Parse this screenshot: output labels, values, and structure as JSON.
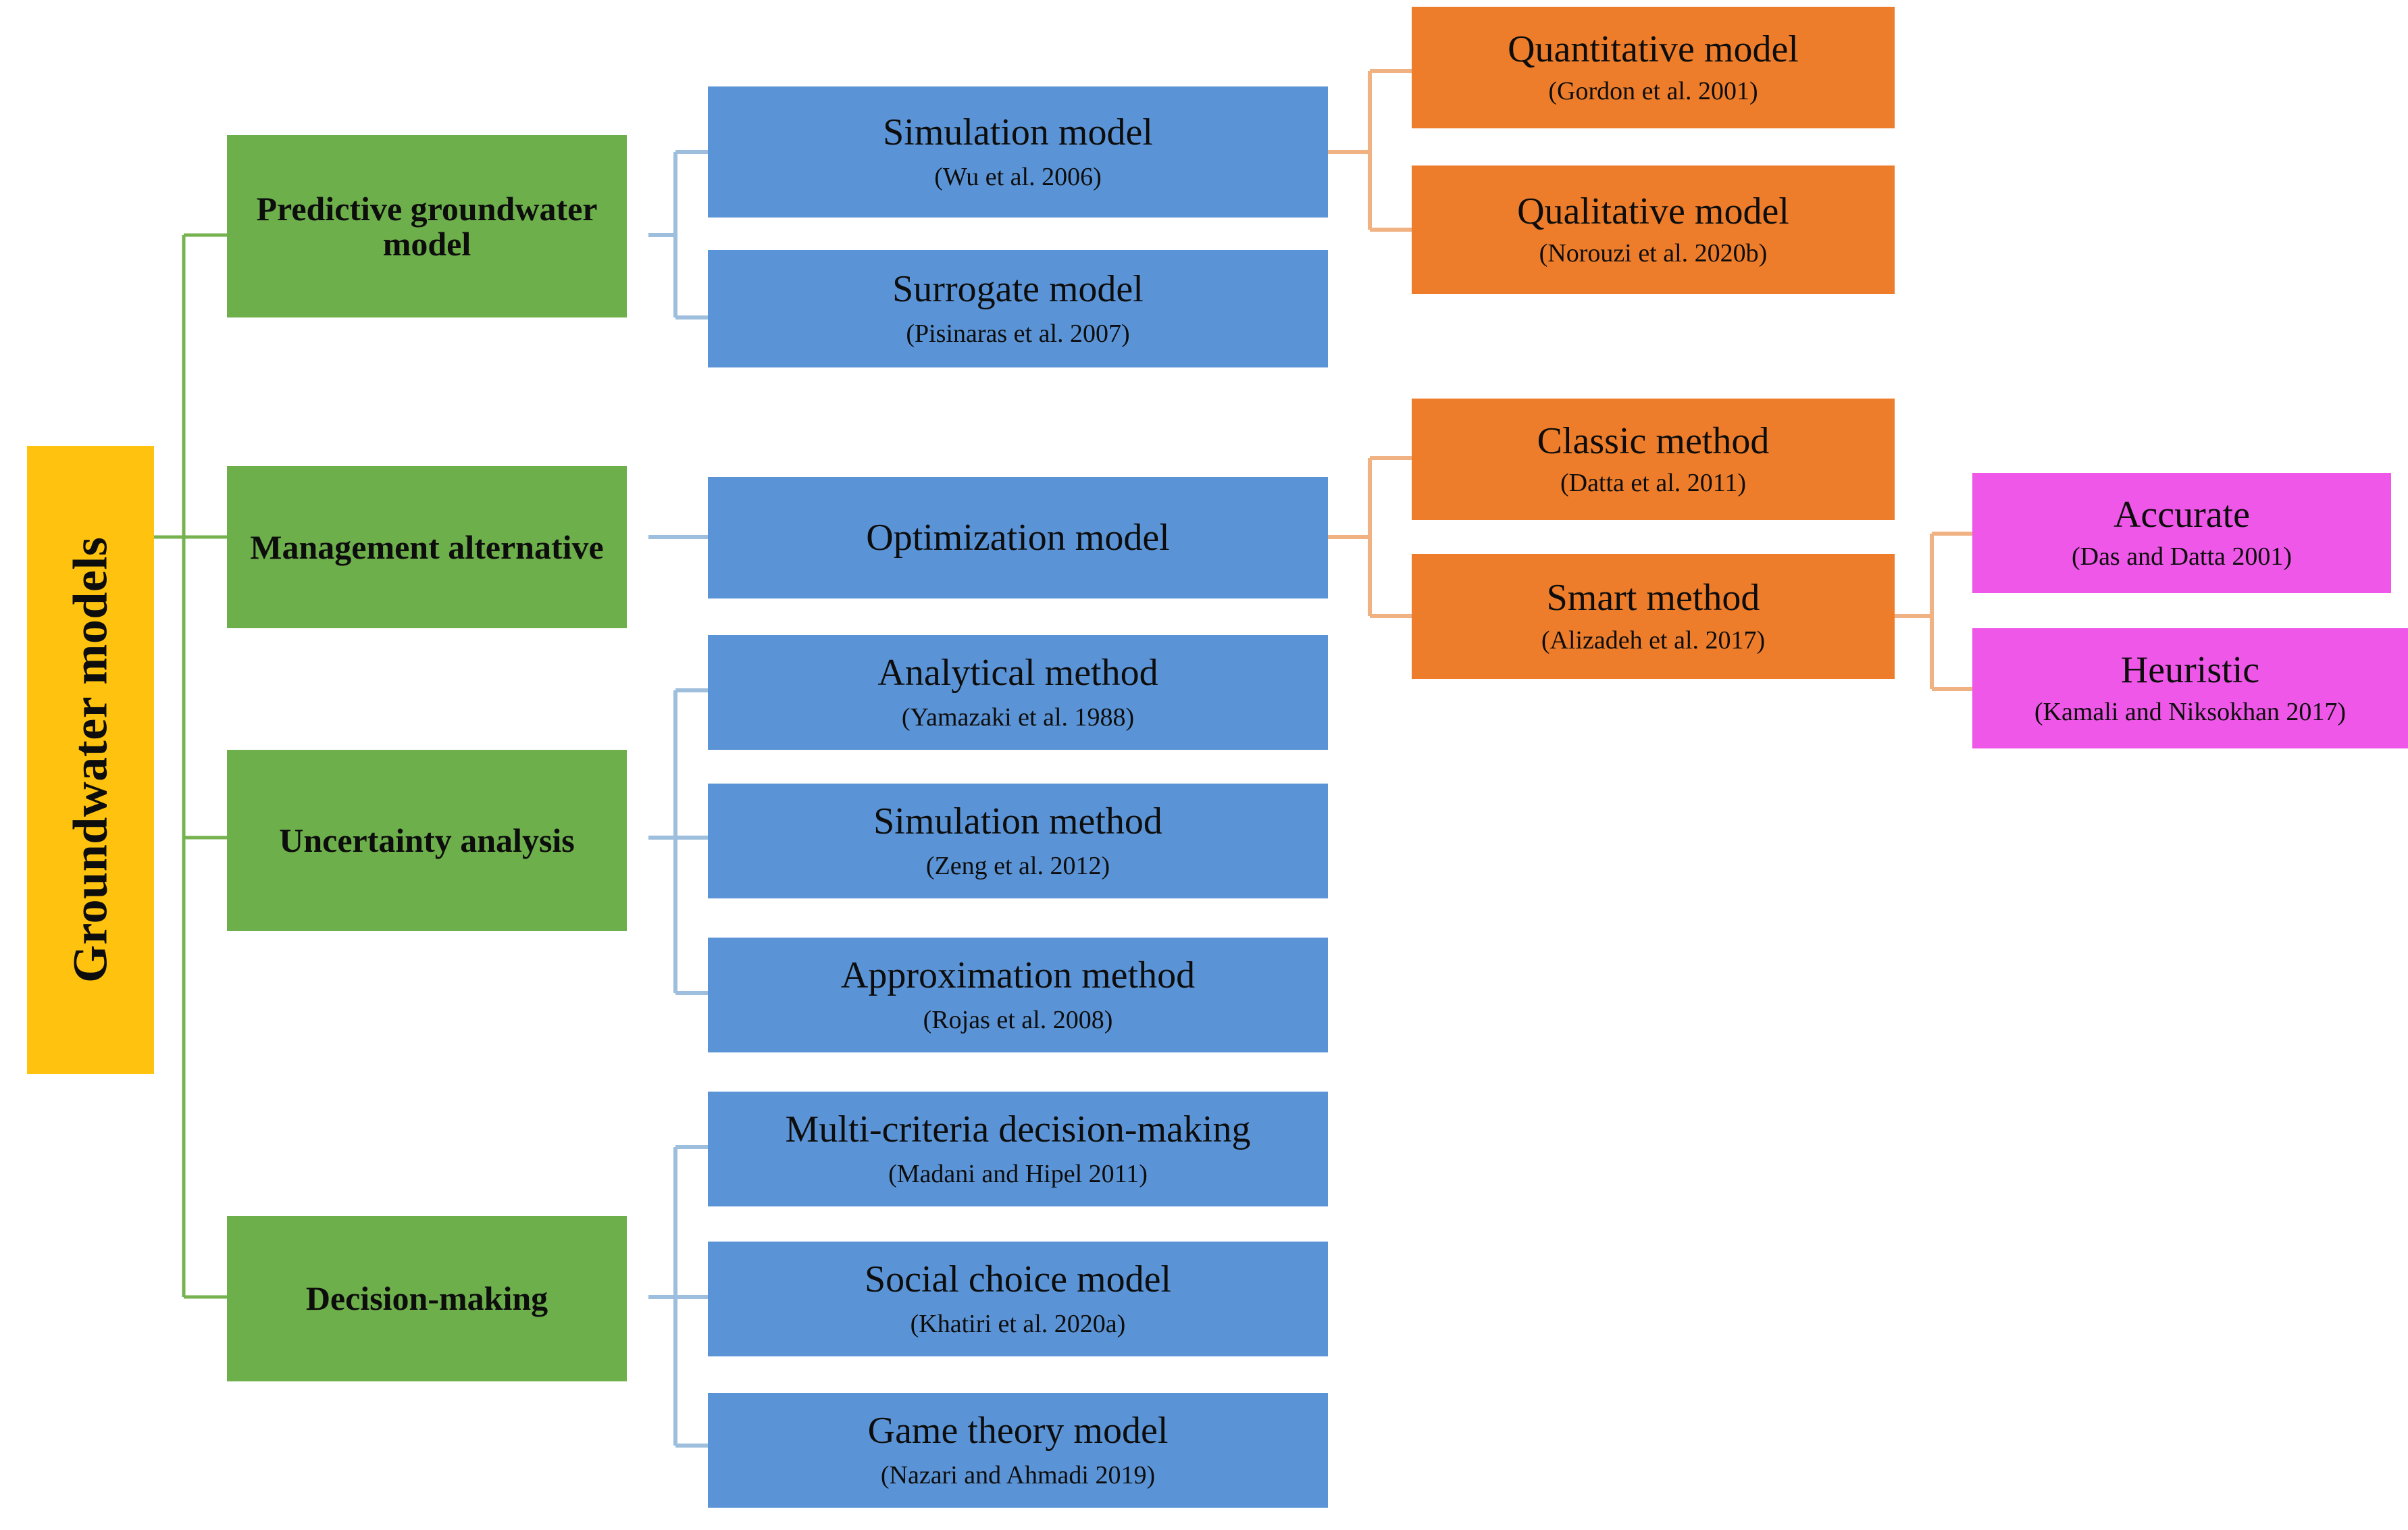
{
  "diagram": {
    "title": "Groundwater models taxonomy",
    "colors": {
      "root": "#FFC20E",
      "category": "#6DAF4B",
      "method": "#5B94D6",
      "submethod": "#EE7D2B",
      "leaf": "#EE57E8",
      "connector_green": "#76B24F",
      "connector_blue": "#9DBEDC",
      "connector_orange": "#F0B183",
      "background": "#FFFFFF"
    },
    "root": {
      "label": "Groundwater models"
    },
    "categories": [
      {
        "id": "predictive",
        "label": "Predictive groundwater model"
      },
      {
        "id": "management",
        "label": "Management alternative"
      },
      {
        "id": "uncertainty",
        "label": "Uncertainty analysis"
      },
      {
        "id": "decision",
        "label": "Decision-making"
      }
    ],
    "methods": [
      {
        "id": "simulation-model",
        "parent": "predictive",
        "title": "Simulation model",
        "cite": "(Wu et al. 2006)"
      },
      {
        "id": "surrogate-model",
        "parent": "predictive",
        "title": "Surrogate model",
        "cite": "(Pisinaras  et al. 2007)"
      },
      {
        "id": "optimization-model",
        "parent": "management",
        "title": "Optimization model",
        "cite": ""
      },
      {
        "id": "analytical-method",
        "parent": "uncertainty",
        "title": "Analytical method",
        "cite": "(Yamazaki  et al. 1988)"
      },
      {
        "id": "simulation-method",
        "parent": "uncertainty",
        "title": "Simulation method",
        "cite": "(Zeng  et al. 2012)"
      },
      {
        "id": "approximation-method",
        "parent": "uncertainty",
        "title": "Approximation method",
        "cite": "(Rojas et al. 2008)"
      },
      {
        "id": "mcdm",
        "parent": "decision",
        "title": "Multi-criteria decision-making",
        "cite": "(Madani and Hipel 2011)"
      },
      {
        "id": "social-choice-model",
        "parent": "decision",
        "title": "Social choice model",
        "cite": "(Khatiri  et al. 2020a)"
      },
      {
        "id": "game-theory-model",
        "parent": "decision",
        "title": "Game theory model",
        "cite": "(Nazari and Ahmadi  2019)"
      }
    ],
    "submethods": [
      {
        "id": "quantitative-model",
        "parent": "simulation-model",
        "title": "Quantitative model",
        "cite": "(Gordon et al. 2001)"
      },
      {
        "id": "qualitative-model",
        "parent": "simulation-model",
        "title": "Qualitative model",
        "cite": "(Norouzi  et al. 2020b)"
      },
      {
        "id": "classic-method",
        "parent": "optimization-model",
        "title": "Classic method",
        "cite": "(Datta et al. 2011)"
      },
      {
        "id": "smart-method",
        "parent": "optimization-model",
        "title": "Smart method",
        "cite": "(Alizadeh  et al. 2017)"
      }
    ],
    "leaves": [
      {
        "id": "accurate",
        "parent": "smart-method",
        "title": "Accurate",
        "cite": "(Das and Datta 2001)"
      },
      {
        "id": "heuristic",
        "parent": "smart-method",
        "title": "Heuristic",
        "cite": "(Kamali and Niksokhan 2017)"
      }
    ]
  }
}
